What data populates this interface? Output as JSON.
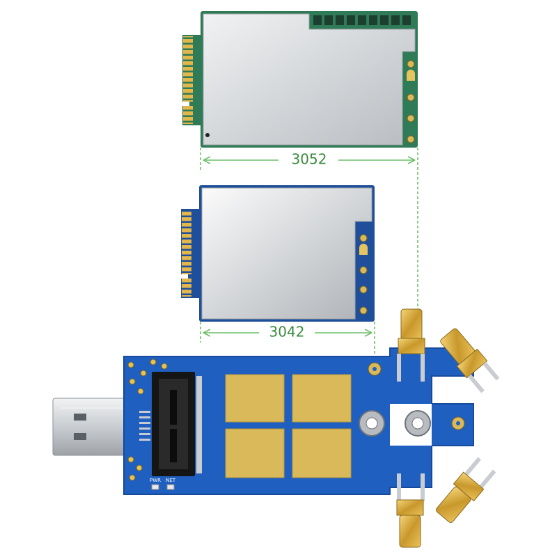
{
  "dimension_labels": {
    "top_module": "3052",
    "middle_module": "3042"
  },
  "board_silkscreen": {
    "power_led": "PWR",
    "network_led": "NET"
  },
  "colors": {
    "pcb_blue": "#1f5fc0",
    "pcb_blue_dark": "#164a9c",
    "gold": "#d8a93a",
    "gold_pad": "#d9b95a",
    "module_green": "#2f7a57",
    "shield_silver": "#d6d9dc",
    "dimension_green": "#6fbf6a"
  }
}
